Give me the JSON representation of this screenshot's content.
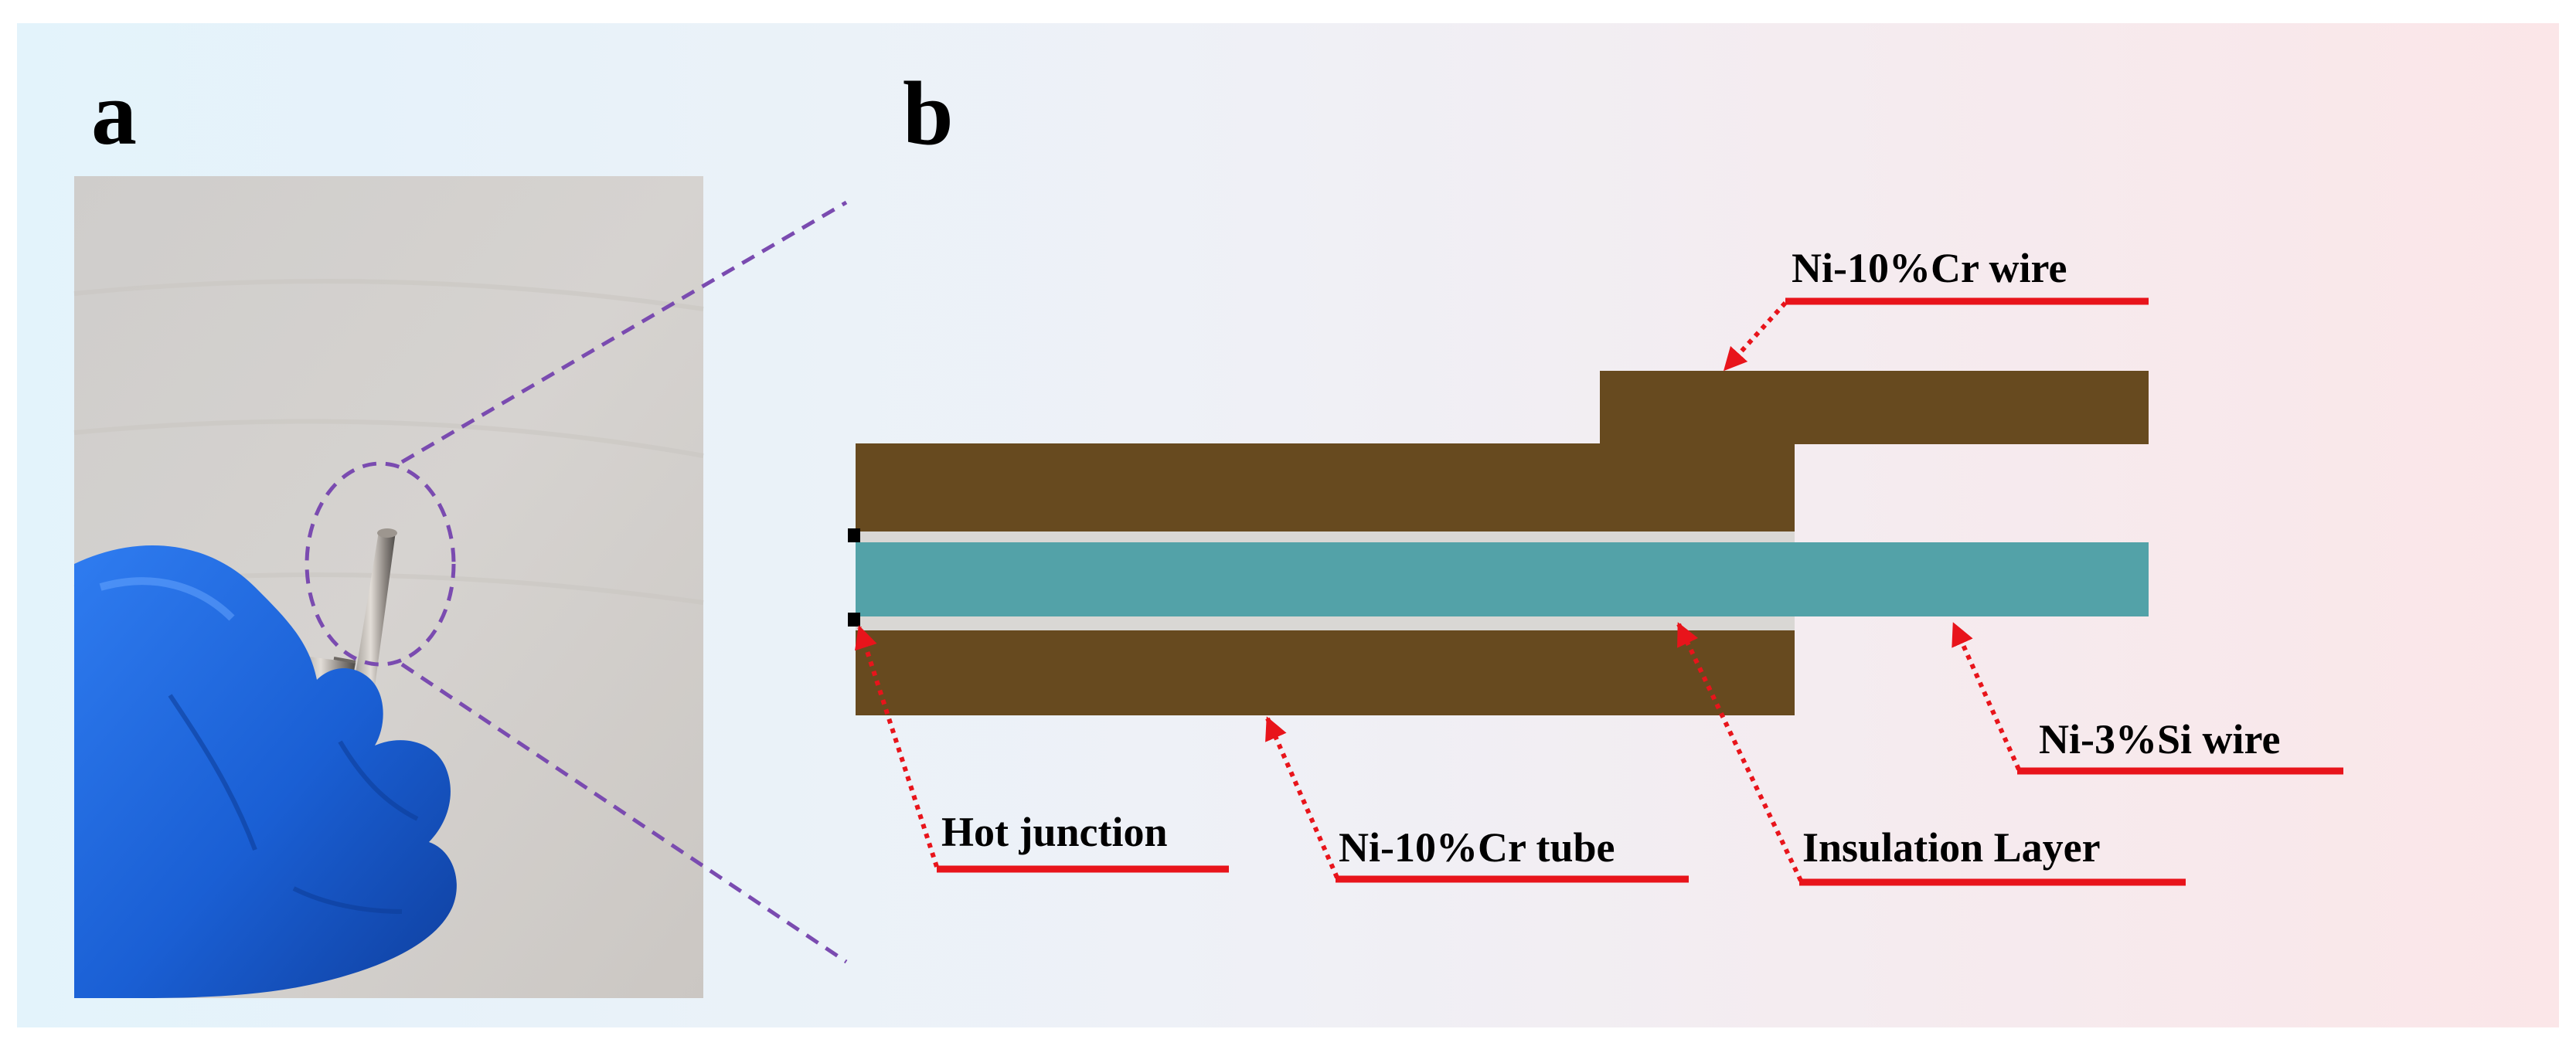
{
  "panels": {
    "a": {
      "label": "a"
    },
    "b": {
      "label": "b"
    }
  },
  "labels": {
    "ni_cr_wire": "Ni-10%Cr wire",
    "ni_si_wire": "Ni-3%Si wire",
    "hot_junction": "Hot junction",
    "ni_cr_tube": "Ni-10%Cr tube",
    "insulation_layer": "Insulation Layer"
  },
  "colors": {
    "background_left": "#e3f3fb",
    "background_right": "#fbe6e8",
    "tube_and_wire_brown": "#674a1f",
    "si_wire_teal": "#53a2a8",
    "insulation_grey": "#d9d7d4",
    "callout_red": "#e8141b",
    "zoom_dash_purple": "#7a4bb0",
    "glove_blue": "#1f63d6",
    "photo_background": "#d3d0cd"
  },
  "icons": {
    "callout_arrow": "red-dotted-arrow-icon",
    "junction_marker": "black-square-icon"
  }
}
